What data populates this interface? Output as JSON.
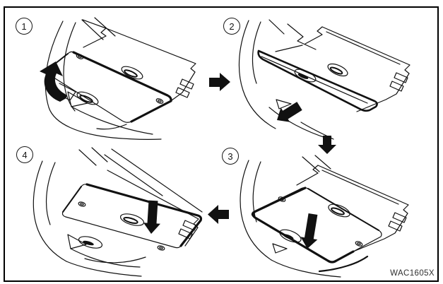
{
  "figure": {
    "code_label": "WAC1605X",
    "colors": {
      "background": "#ffffff",
      "line": "#111111",
      "code_text": "#2e2e2e"
    },
    "panels": [
      {
        "step": "1",
        "position": "top-left",
        "motion_icon": "curved-lift-up-arrow"
      },
      {
        "step": "2",
        "position": "top-right",
        "motion_icon": "pull-out-down-left-arrow"
      },
      {
        "step": "3",
        "position": "bottom-right",
        "motion_icon": "lower-board-down-arrow"
      },
      {
        "step": "4",
        "position": "bottom-left",
        "motion_icon": "press-down-arrow"
      }
    ],
    "flow_arrows": [
      {
        "name": "step-1-to-2",
        "direction": "right"
      },
      {
        "name": "step-2-to-3",
        "direction": "down"
      },
      {
        "name": "step-3-to-4",
        "direction": "left"
      }
    ]
  }
}
